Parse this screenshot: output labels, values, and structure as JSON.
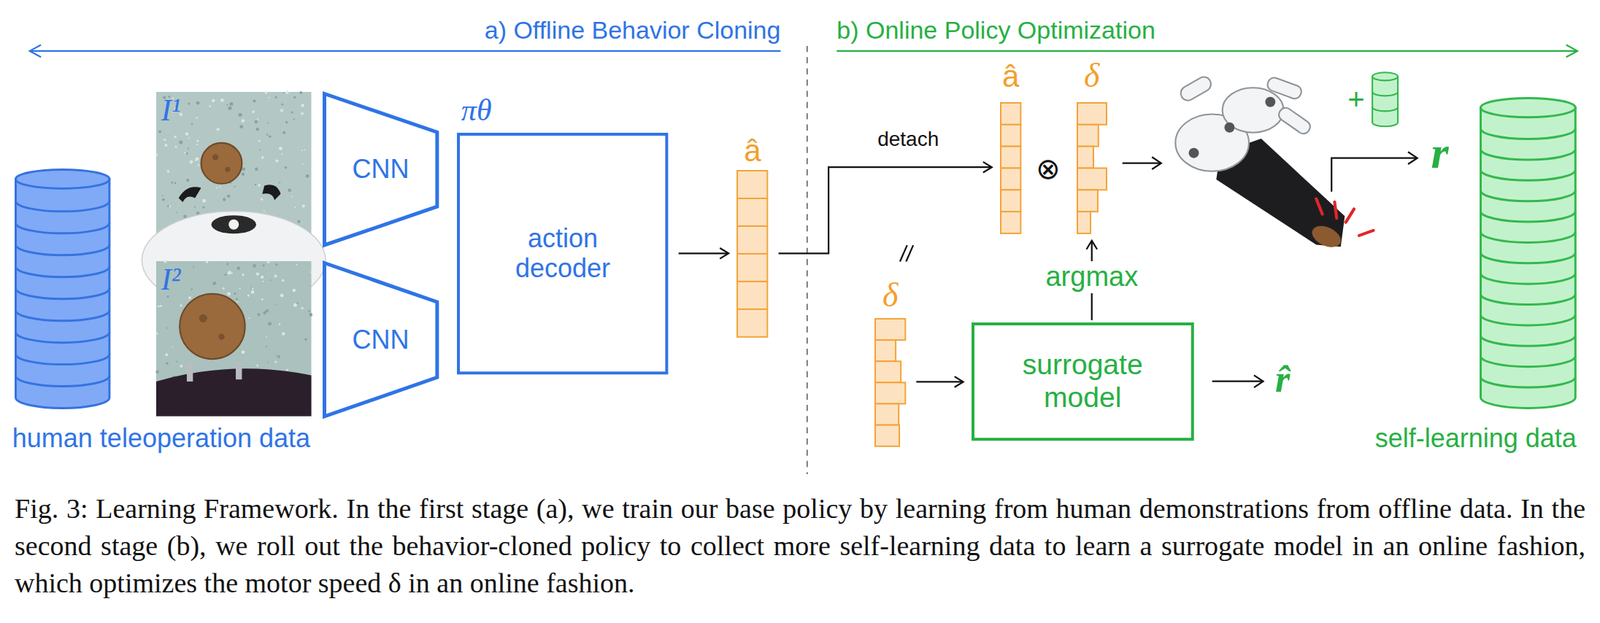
{
  "diagram": {
    "caption": "Fig. 3: Learning Framework. In the first stage (a), we train our base policy by learning from human demonstrations from offline data. In the second stage (b), we roll out the behavior-cloned policy to collect more self-learning data to learn a surrogate model in an online fashion, which optimizes the motor speed δ in an online fashion.",
    "nodes": [
      {
        "text": [
          "human teleoperation data"
        ]
      },
      {
        "text": [
          "I¹"
        ]
      },
      {
        "text": [
          "I²"
        ]
      },
      {
        "text": [
          "CNN"
        ]
      },
      {
        "text": [
          "CNN"
        ]
      },
      {
        "text": [
          "πθ",
          "action decoder"
        ]
      },
      {
        "text": [
          "â"
        ]
      },
      {
        "text": [
          "â"
        ]
      },
      {
        "text": [
          "δ"
        ]
      },
      {
        "text": [
          "δ"
        ]
      },
      {
        "text": [
          "surrogate model"
        ]
      },
      {
        "text": [
          "self-learning data"
        ]
      }
    ],
    "edges": [
      {
        "from": 5,
        "to": 6,
        "arrow": "to"
      },
      {
        "from": 6,
        "to": 7,
        "label": "detach",
        "arrow": "to"
      },
      {
        "from": 9,
        "to": 10,
        "arrow": "to"
      },
      {
        "from": 10,
        "to": 8,
        "label": "argmax",
        "arrow": "to"
      }
    ],
    "labels": [
      "a) Offline Behavior Cloning",
      "b) Online Policy Optimization",
      "⊗",
      "+",
      "r",
      "r̂"
    ]
  }
}
